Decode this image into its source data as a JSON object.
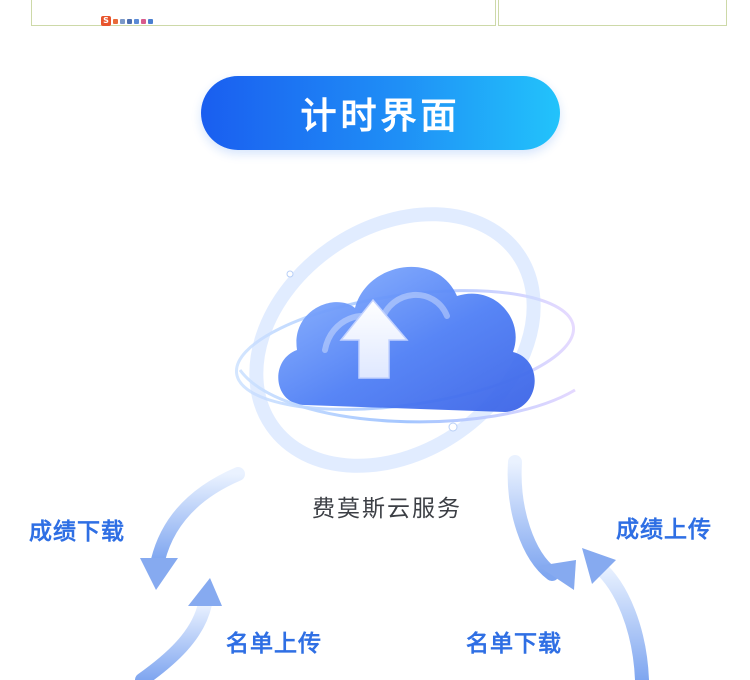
{
  "title": "计时界面",
  "service_name": "费莫斯云服务",
  "labels": {
    "grades_download": "成绩下载",
    "grades_upload": "成绩上传",
    "roster_upload": "名单上传",
    "roster_download": "名单下载"
  },
  "icons": {
    "cloud": "cloud-upload-icon",
    "ime_logo": "S"
  },
  "colors": {
    "accent_start": "#1a5ef0",
    "accent_end": "#22c3fb",
    "label_blue": "#2f6fe4",
    "service_text": "#3c3f45"
  }
}
